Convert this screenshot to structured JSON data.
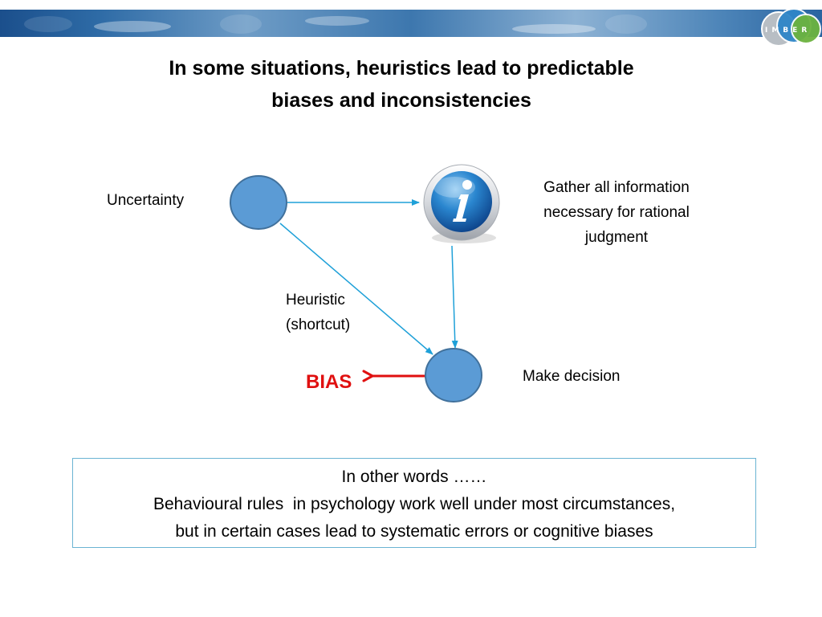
{
  "slide": {
    "title_lines": [
      "In some situations, heuristics lead to predictable",
      "biases and inconsistencies"
    ],
    "logo": {
      "text": "IMBER",
      "icon": "imber-logo-icon"
    }
  },
  "diagram": {
    "uncertainty_label": "Uncertainty",
    "gather_label_lines": [
      "Gather all information",
      "necessary for rational",
      "judgment"
    ],
    "heuristic_label_lines": [
      "Heuristic",
      "(shortcut)"
    ],
    "bias_label": "BIAS",
    "decision_label": "Make decision",
    "icons": {
      "information": "info-icon"
    },
    "colors": {
      "node_fill": "#5B9BD5",
      "node_stroke": "#41719C",
      "arrow": "#1EA0D8",
      "bias": "#E01010",
      "banner": "#1F5C96"
    }
  },
  "callout": {
    "lines": [
      "In other words ……",
      "Behavioural rules  in psychology work well under most circumstances,",
      "but in certain cases lead to systematic errors or cognitive biases"
    ],
    "border_color": "#6BB4D3"
  }
}
